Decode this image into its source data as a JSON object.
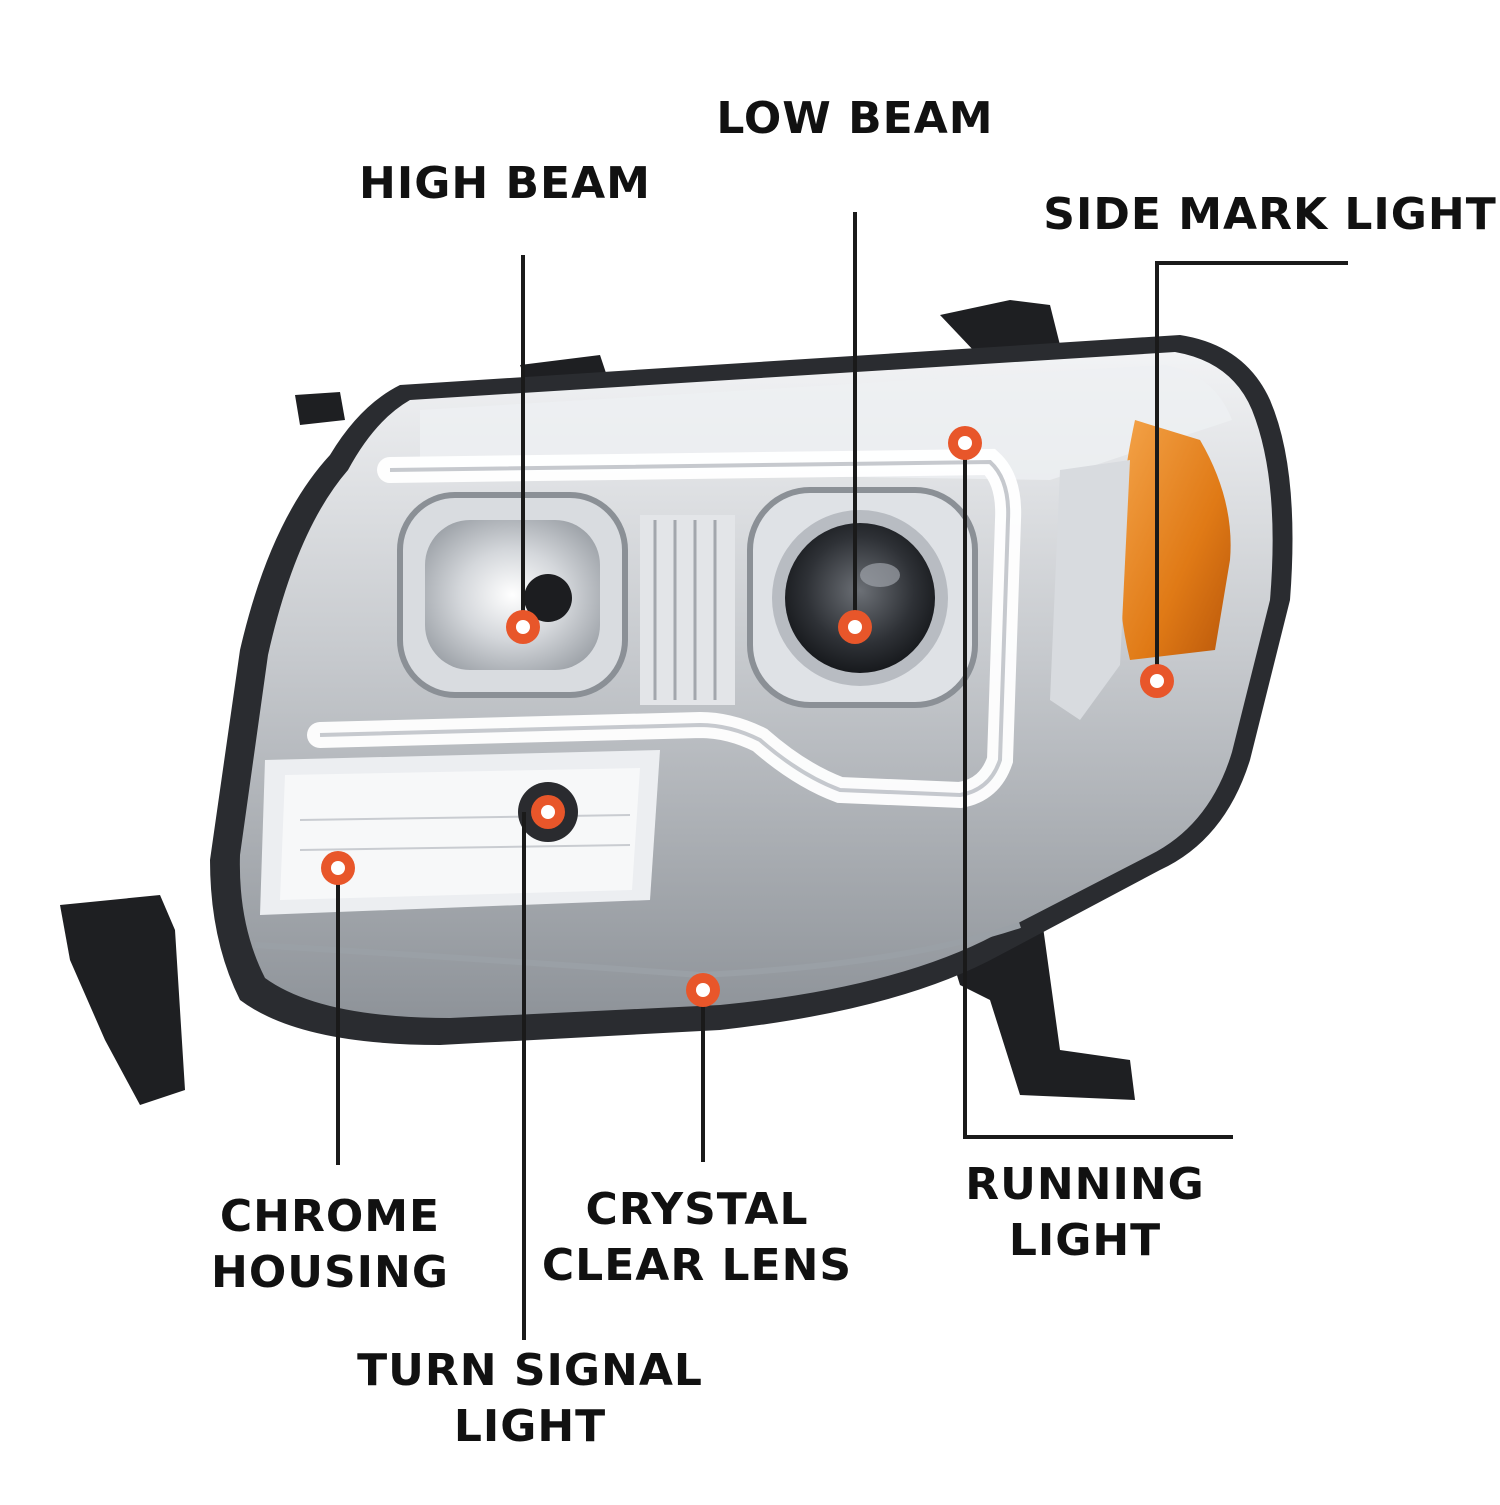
{
  "labels": {
    "low_beam": "LOW BEAM",
    "high_beam": "HIGH BEAM",
    "side_mark_light": "SIDE MARK LIGHT",
    "running_light_line1": "RUNNING",
    "running_light_line2": "LIGHT",
    "chrome_housing_line1": "CHROME",
    "chrome_housing_line2": "HOUSING",
    "crystal_lens_line1": "CRYSTAL",
    "crystal_lens_line2": "CLEAR LENS",
    "turn_signal_line1": "TURN SIGNAL",
    "turn_signal_line2": "LIGHT"
  },
  "colors": {
    "marker": "#e8562a",
    "leader_line": "#1a1a1a",
    "text": "#111111",
    "chrome": "#c9ccd1",
    "amber": "#e07a16",
    "bracket": "#1e1f22"
  }
}
